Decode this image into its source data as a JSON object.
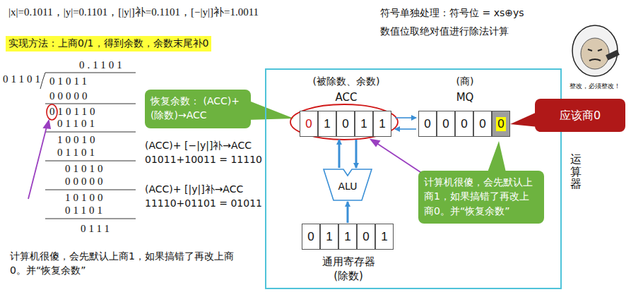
{
  "diagram": {
    "nodes": [
      {
        "text": [
          "运算器"
        ]
      },
      {
        "text": [
          "(被除数、余数)",
          "ACC"
        ],
        "in": 0
      },
      {
        "text": [
          "0"
        ],
        "in": 1
      },
      {
        "text": [
          "1"
        ],
        "in": 1
      },
      {
        "text": [
          "0"
        ],
        "in": 1
      },
      {
        "text": [
          "1"
        ],
        "in": 1
      },
      {
        "text": [
          "1"
        ],
        "in": 1
      },
      {
        "text": [
          "(商)",
          "MQ"
        ],
        "in": 0
      },
      {
        "text": [
          "0"
        ],
        "in": 7
      },
      {
        "text": [
          "0"
        ],
        "in": 7
      },
      {
        "text": [
          "0"
        ],
        "in": 7
      },
      {
        "text": [
          "0"
        ],
        "in": 7
      },
      {
        "text": [
          "0"
        ],
        "in": 7
      },
      {
        "text": [
          "ALU"
        ],
        "in": 0
      },
      {
        "text": [
          "通用寄存器 (除数)"
        ],
        "in": 0
      },
      {
        "text": [
          "0"
        ],
        "in": 14
      },
      {
        "text": [
          "1"
        ],
        "in": 14
      },
      {
        "text": [
          "1"
        ],
        "in": 14
      },
      {
        "text": [
          "0"
        ],
        "in": 14
      },
      {
        "text": [
          "1"
        ],
        "in": 14
      },
      {
        "text": [
          "恢复余数： (ACC)+(除数)→ACC"
        ]
      },
      {
        "text": [
          "应该商0"
        ]
      },
      {
        "text": [
          "计算机很傻，会先默认上商1，如果搞错了再改上商0。并“恢复余数”"
        ],
        "in": 0
      }
    ],
    "edges": [
      {
        "from": 1,
        "to": 7,
        "arrow": "to"
      },
      {
        "from": 7,
        "to": 1,
        "arrow": "to"
      },
      {
        "from": 13,
        "to": 1,
        "arrow": "to"
      },
      {
        "from": 1,
        "to": 13,
        "arrow": "to"
      },
      {
        "from": 14,
        "to": 13,
        "arrow": "to"
      }
    ],
    "labels": [
      "|x|=0.1011，|y|=0.1101，[|y|]补=0.1101，[−|y|]补=1.0011",
      "符号单独处理：符号位 = xs⊕ys",
      "数值位取绝对值进行除法计算",
      "实现方法：上商0/1，得到余数，余数末尾补0",
      "0.1101",
      "01101",
      "01011",
      "00000",
      "010110",
      "01101",
      "10010",
      "01101",
      "01010",
      "00000",
      "10100",
      "01101",
      "0111",
      "(ACC)+ [−|y|]补→ACC",
      "01011+10011 = 11110",
      "(ACC)+ [|y|]补→ACC",
      "11110+01101 = 01011",
      "计算机很傻，会先默认上商1，如果搞错了再改上商0。并“恢复余数”",
      "整改，必须整改！"
    ]
  }
}
